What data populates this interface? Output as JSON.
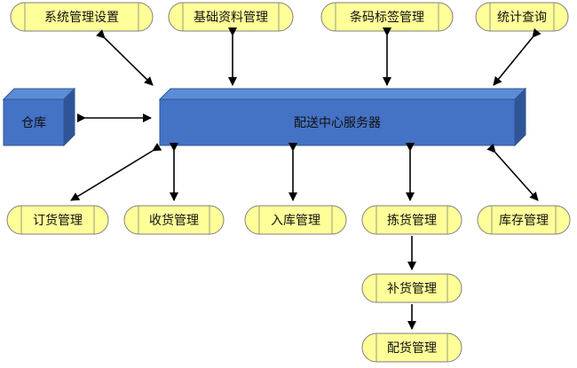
{
  "colors": {
    "pill_fill": "#ffff99",
    "pill_stroke": "#7f7f7f",
    "box_fill": "#4472c4",
    "box_top": "#5b8dd6",
    "box_side": "#2f5597",
    "arrow": "#000000"
  },
  "nodes": {
    "system_settings": "系统管理设置",
    "basic_data": "基础资料管理",
    "barcode_label": "条码标签管理",
    "stats_query": "统计查询",
    "warehouse": "仓库",
    "server": "配送中心服务器",
    "order_mgmt": "订货管理",
    "receiving_mgmt": "收货管理",
    "inbound_mgmt": "入库管理",
    "picking_mgmt": "拣货管理",
    "inventory_mgmt": "库存管理",
    "replenish_mgmt": "补货管理",
    "distribution_mgmt": "配货管理"
  }
}
